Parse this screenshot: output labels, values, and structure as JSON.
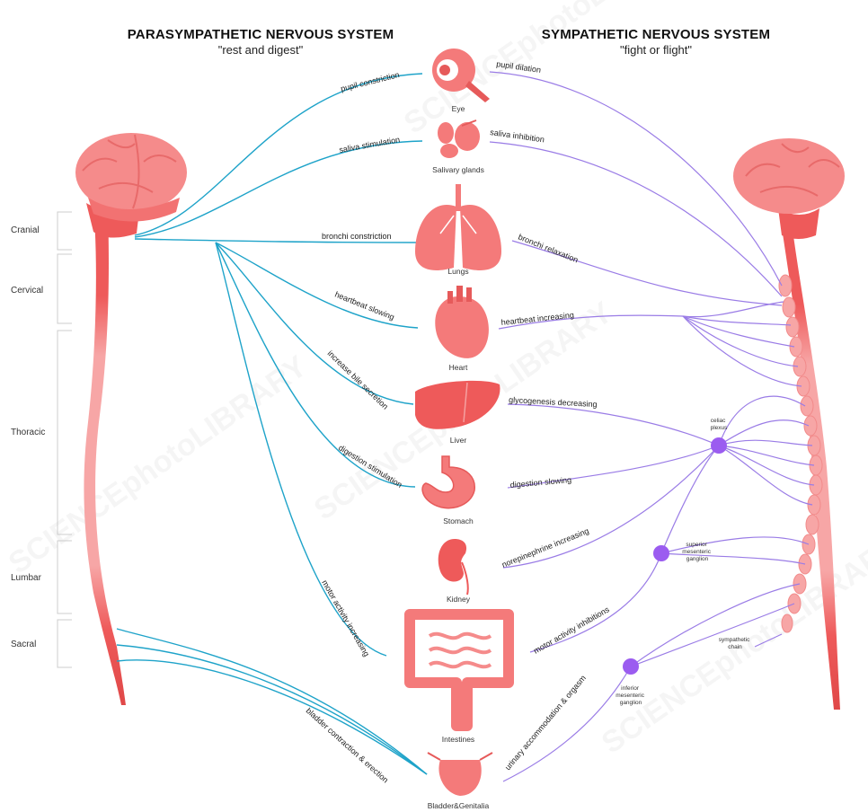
{
  "parasympathetic": {
    "title": "PARASYMPATHETIC NERVOUS SYSTEM",
    "subtitle": "\"rest and digest\""
  },
  "sympathetic": {
    "title": "SYMPATHETIC NERVOUS SYSTEM",
    "subtitle": "\"fight or flight\""
  },
  "regions": [
    "Cranial",
    "Cervical",
    "Thoracic",
    "Lumbar",
    "Sacral"
  ],
  "organs": [
    "Eye",
    "Salivary glands",
    "Lungs",
    "Heart",
    "Liver",
    "Stomach",
    "Kidney",
    "Intestines",
    "Bladder&Genitalia"
  ],
  "parasympathetic_effects": [
    "pupil constriction",
    "saliva stimulation",
    "bronchi constriction",
    "heartbeat slowing",
    "increase bile secretion",
    "digestion stimulation",
    "motor activity increasing",
    "bladder contraction & erection"
  ],
  "sympathetic_effects": [
    "pupil dilation",
    "saliva inhibition",
    "bronchi relaxation",
    "heartbeat increasing",
    "glycogenesis decreasing",
    "digestion slowing",
    "norepinephrine increasing",
    "motor activity inhibitions",
    "urinary accommodation & orgasm"
  ],
  "ganglia": {
    "celiac": [
      "celiac",
      "plexus"
    ],
    "superior_mesenteric": [
      "superior",
      "mesenteric",
      "ganglion"
    ],
    "inferior_mesenteric": [
      "inferior",
      "mesenteric",
      "ganglion"
    ],
    "sympathetic_chain": [
      "sympathetic",
      "chain"
    ]
  },
  "watermark": "SCIENCEphotoLIBRARY",
  "colors": {
    "parasympathetic_nerve": "#1ea3c9",
    "sympathetic_nerve": "#9a7ce6",
    "ganglion": "#9b5cf0",
    "organ": "#f47a7a",
    "organ_dark": "#e65a5a",
    "brain": "#f58b8b",
    "spine_light": "#f7a6a6",
    "spine_dark": "#ee5a5a"
  }
}
